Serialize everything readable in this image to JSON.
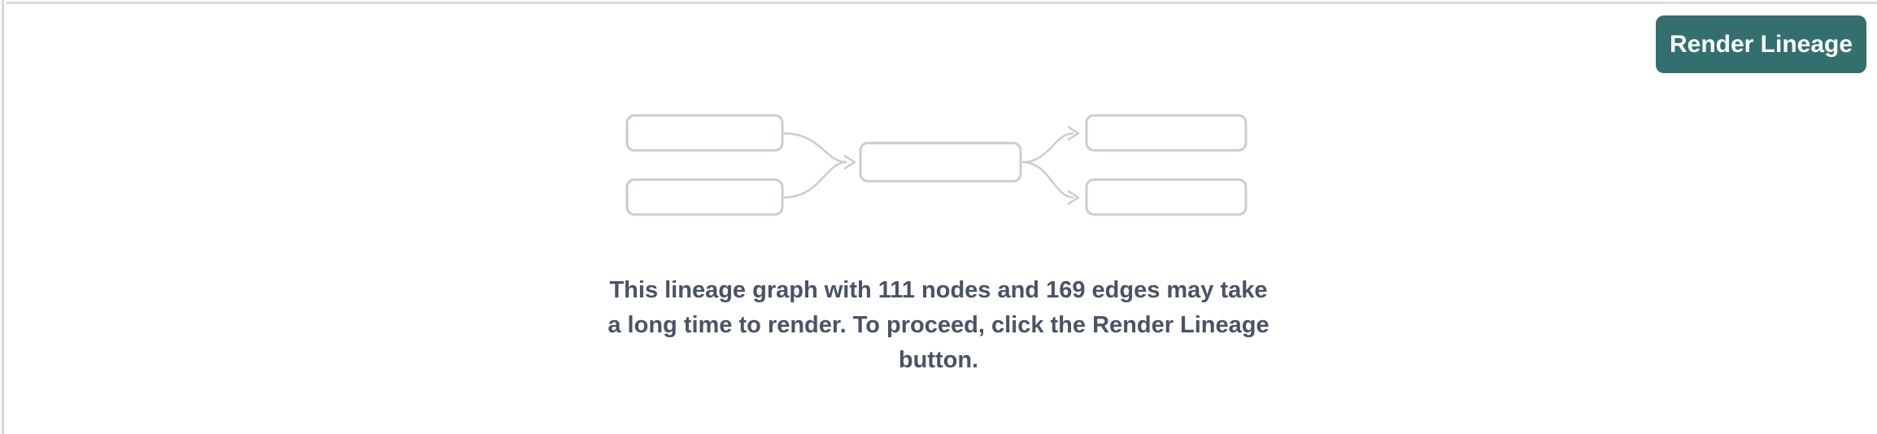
{
  "colors": {
    "accent_teal": "#346F6F",
    "button_text": "#ffffff",
    "graph_gray": "#C9CCD4",
    "message_text": "#4A5365",
    "panel_border": "#DCDDE0"
  },
  "toolbar": {
    "render_button_label": "Render Lineage"
  },
  "placeholder": {
    "node_count": "111",
    "edge_count": "169",
    "message_lines": [
      "This lineage graph with 111 nodes and 169 edges may take",
      "a long time to render. To proceed, click the Render Lineage",
      "button."
    ]
  }
}
